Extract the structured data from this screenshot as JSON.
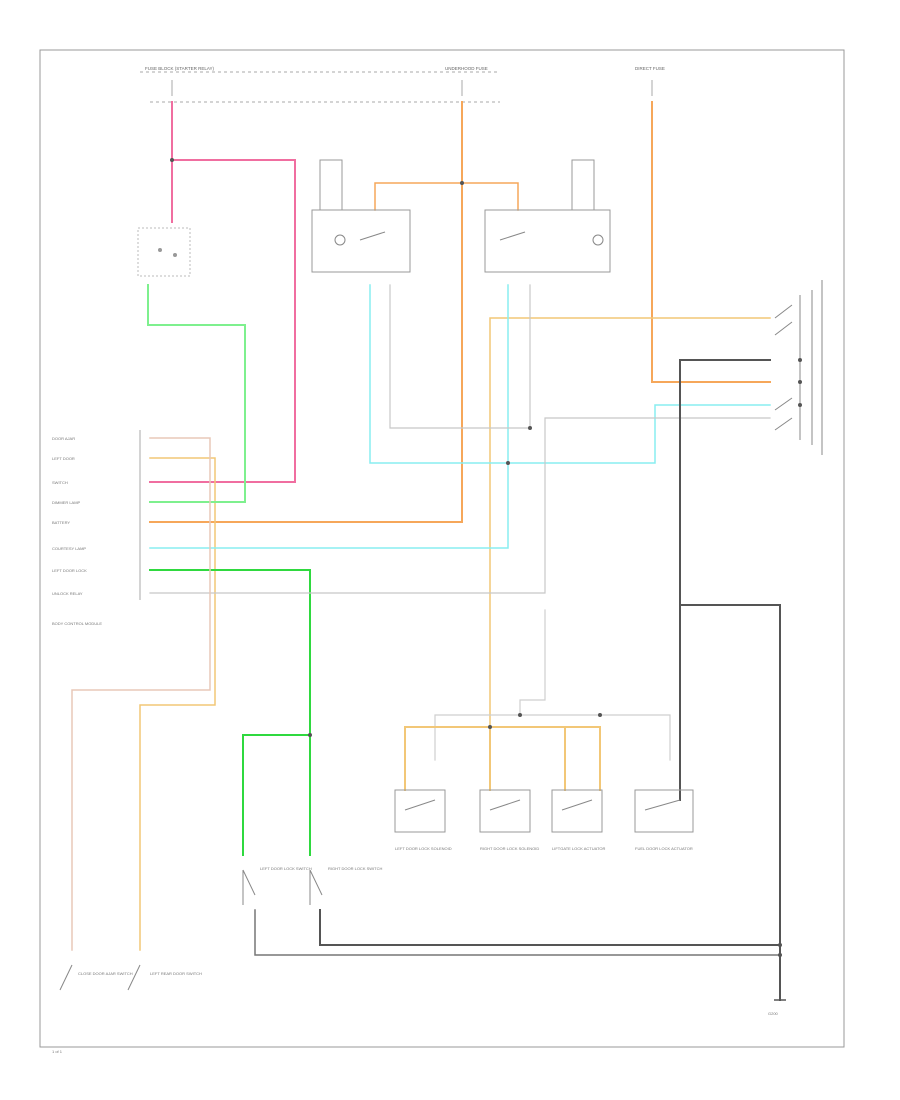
{
  "diagram": {
    "page_number": "1 of 1",
    "colors": {
      "pink": "#f06ea0",
      "orange": "#f6a75a",
      "tan": "#f2c777",
      "light_green": "#7ef08e",
      "green": "#2fd93f",
      "cyan": "#88eef0",
      "gray": "#9a9a9a",
      "black": "#444444"
    },
    "fuse_labels": [
      "FUSE BLOCK (STARTER RELAY)",
      "UNDERHOOD FUSE",
      "DIRECT FUSE"
    ],
    "connector_labels": [
      "DOOR AJAR",
      "LEFT DOOR",
      "SWITCH",
      "DIMMER LAMP",
      "BATTERY",
      "COURTESY LAMP",
      "LEFT DOOR LOCK",
      "UNLOCK RELAY"
    ],
    "module_label": "BODY CONTROL MODULE",
    "lamp_labels": [
      "LEFT DOOR LOCK SOLENOID",
      "RIGHT DOOR LOCK SOLENOID",
      "LIFTGATE LOCK ACTUATOR",
      "FUEL DOOR LOCK ACTUATOR"
    ],
    "switch_labels": [
      "LEFT DOOR LOCK SWITCH",
      "RIGHT DOOR LOCK SWITCH",
      "CLOSE DOOR AJAR SWITCH",
      "LEFT REAR DOOR SWITCH"
    ],
    "ground_label": "G200"
  }
}
